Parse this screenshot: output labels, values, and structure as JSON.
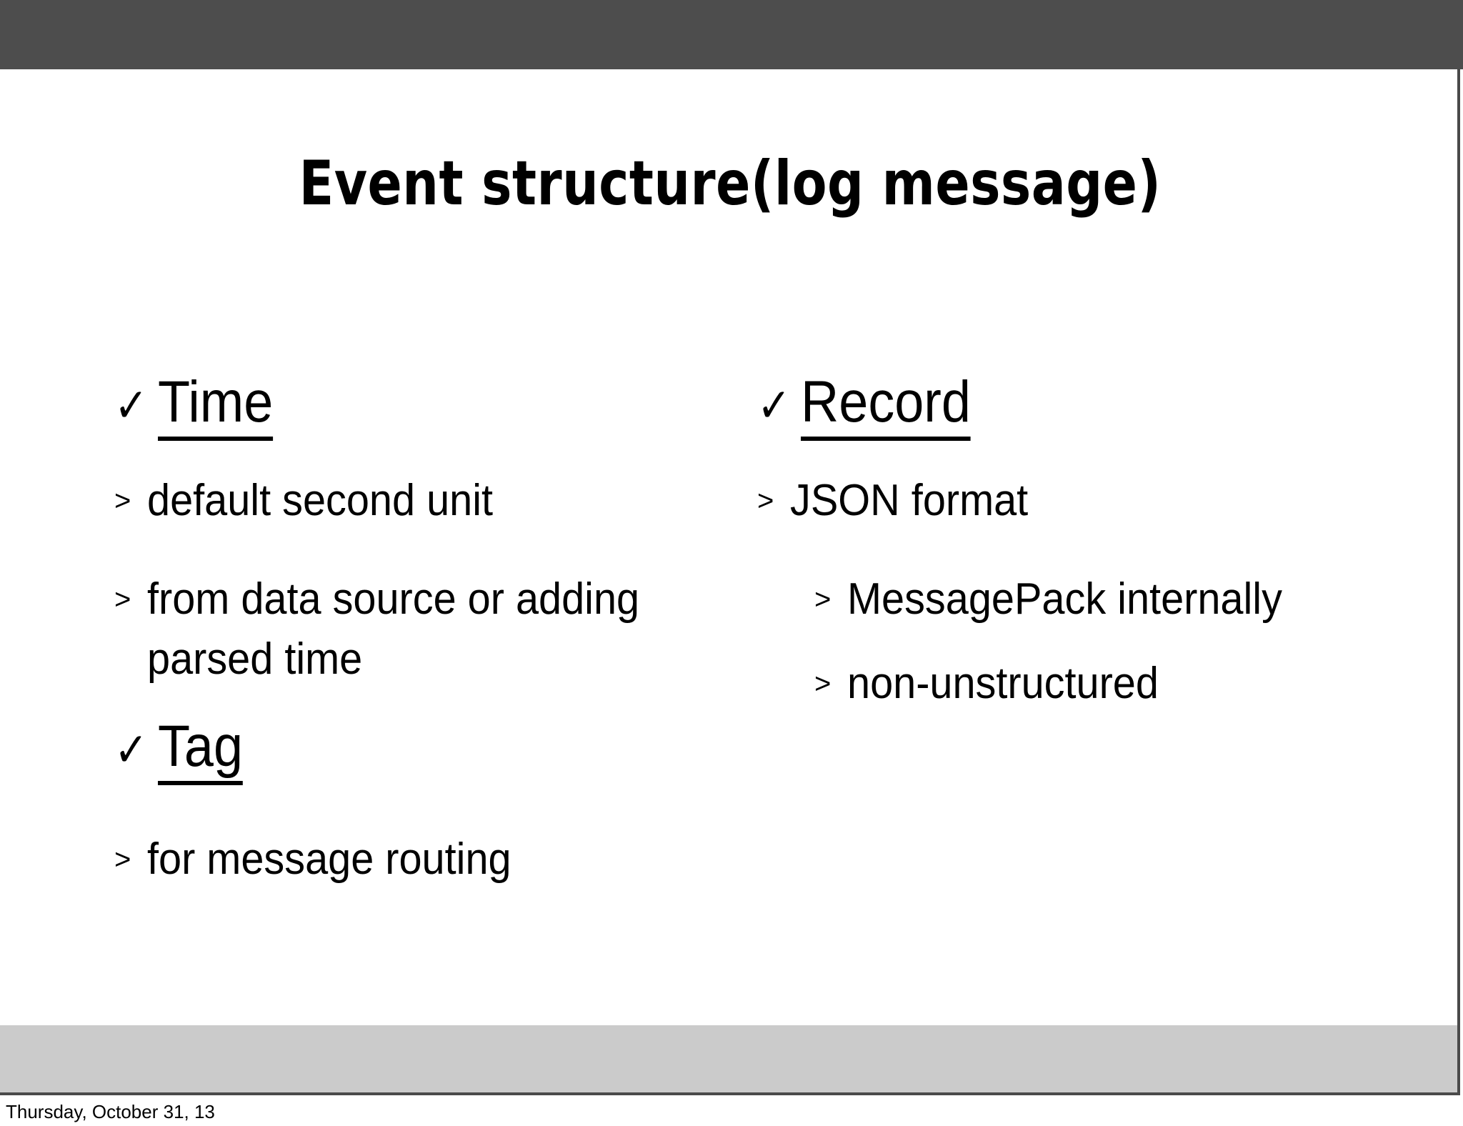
{
  "slide": {
    "title": "Event structure(log message)",
    "check_glyph": "✓",
    "chevron_glyph": ">",
    "columns": {
      "left": [
        {
          "type": "heading",
          "icon": "check-icon",
          "label": "Time"
        },
        {
          "type": "bullet",
          "level": 1,
          "icon": "chevron-icon",
          "label": "default second unit"
        },
        {
          "type": "bullet",
          "level": 1,
          "icon": "chevron-icon",
          "label": "from data source or adding parsed time"
        },
        {
          "type": "heading",
          "icon": "check-icon",
          "label": "Tag"
        },
        {
          "type": "bullet",
          "level": 1,
          "icon": "chevron-icon",
          "label": "for message routing"
        }
      ],
      "right": [
        {
          "type": "heading",
          "icon": "check-icon",
          "label": "Record"
        },
        {
          "type": "bullet",
          "level": 1,
          "icon": "chevron-icon",
          "label": "JSON format"
        },
        {
          "type": "bullet",
          "level": 2,
          "icon": "chevron-icon",
          "label": "MessagePack internally"
        },
        {
          "type": "bullet",
          "level": 2,
          "icon": "chevron-icon",
          "label": "non-unstructured"
        }
      ]
    }
  },
  "footer": {
    "date": "Thursday, October 31, 13"
  },
  "colors": {
    "top_band": "#4d4d4d",
    "bottom_band": "#cbcbcb",
    "slide_background": "#ffffff",
    "text": "#000000",
    "border": "#4a4a4a"
  }
}
